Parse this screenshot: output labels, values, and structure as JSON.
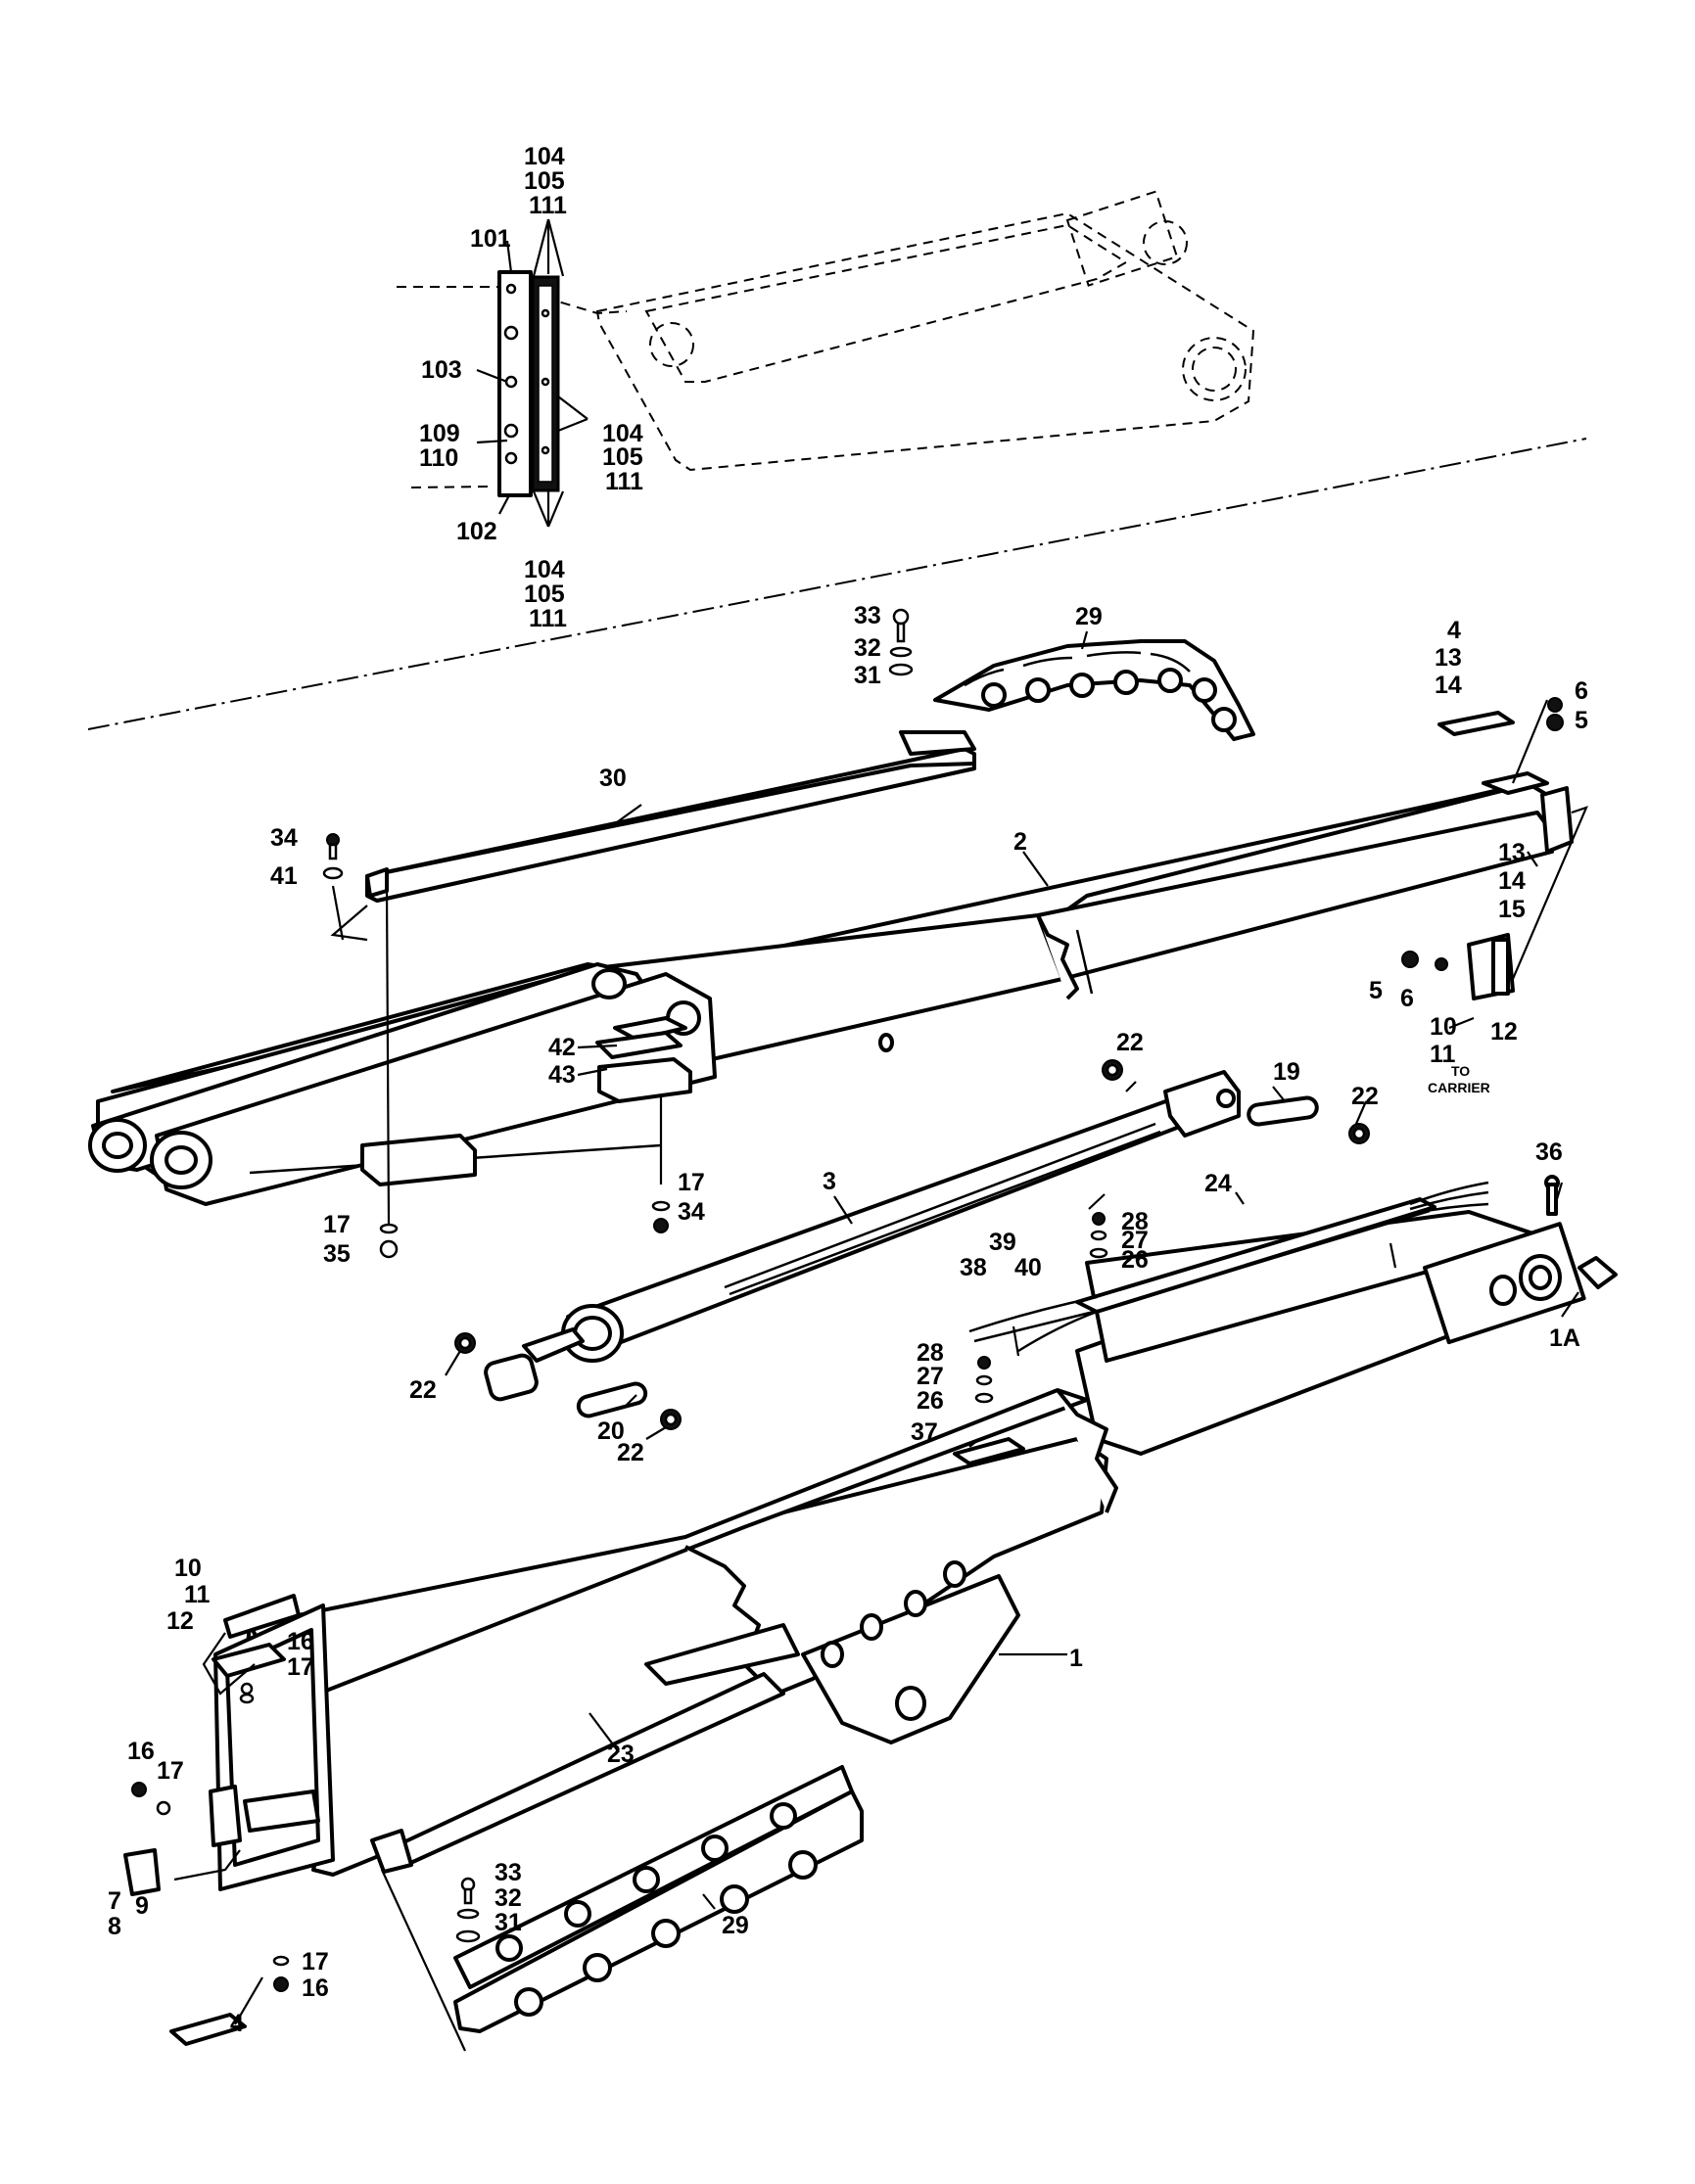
{
  "callouts": {
    "c104a": "104",
    "c105a": "105",
    "c111a": "111",
    "c101": "101",
    "c103": "103",
    "c109": "109",
    "c110": "110",
    "c104b": "104",
    "c105b": "105",
    "c111b": "111",
    "c102": "102",
    "c104c": "104",
    "c105c": "105",
    "c111c": "111",
    "c33a": "33",
    "c32a": "32",
    "c31a": "31",
    "c29a": "29",
    "c4a": "4",
    "c13a": "13",
    "c14a": "14",
    "c6a": "6",
    "c5a": "5",
    "c30": "30",
    "c2": "2",
    "c34a": "34",
    "c41": "41",
    "c13b": "13",
    "c14b": "14",
    "c15": "15",
    "c5b": "5",
    "c6b": "6",
    "c10a": "10",
    "c11a": "11",
    "c12a": "12",
    "c42": "42",
    "c43": "43",
    "c22a": "22",
    "c19": "19",
    "c22b": "22",
    "c17a": "17",
    "c34b": "34",
    "c17b": "17",
    "c35": "35",
    "c3": "3",
    "c24": "24",
    "c36": "36",
    "c28a": "28",
    "c27a": "27",
    "c26a": "26",
    "c39": "39",
    "c38": "38",
    "c40": "40",
    "c1a": "1A",
    "c22c": "22",
    "c20": "20",
    "c22d": "22",
    "c28b": "28",
    "c27b": "27",
    "c26b": "26",
    "c37": "37",
    "c1": "1",
    "c10b": "10",
    "c11b": "11",
    "c12b": "12",
    "c16a": "16",
    "c17c": "17",
    "c16b": "16",
    "c17d": "17",
    "c7": "7",
    "c9": "9",
    "c8": "8",
    "c23": "23",
    "c33b": "33",
    "c32b": "32",
    "c31b": "31",
    "c29b": "29",
    "c17e": "17",
    "c16c": "16",
    "c4b": "4",
    "to": "TO",
    "carrier": "CARRIER"
  }
}
